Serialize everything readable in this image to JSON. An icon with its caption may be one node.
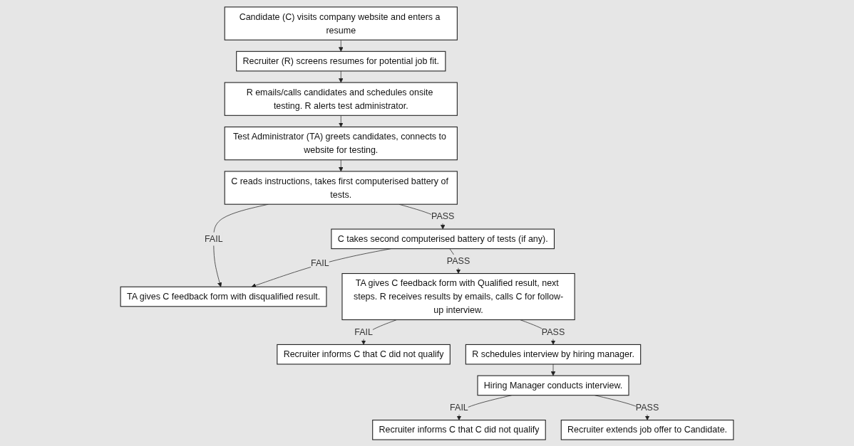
{
  "diagram": {
    "nodes": [
      {
        "text": [
          "Candidate (C) visits company website and enters a resume"
        ]
      },
      {
        "text": [
          "Recruiter (R) screens resumes for potential job fit."
        ]
      },
      {
        "text": [
          "R emails/calls candidates and schedules onsite testing. R alerts test administrator."
        ]
      },
      {
        "text": [
          "Test Administrator (TA) greets candidates, connects to website for testing."
        ]
      },
      {
        "text": [
          "C reads instructions, takes first computerised battery of tests."
        ]
      },
      {
        "text": [
          "TA gives C feedback form with disqualified result."
        ]
      },
      {
        "text": [
          "C takes second computerised battery of tests (if any)."
        ]
      },
      {
        "text": [
          "TA gives C feedback form with Qualified result, next steps. R receives results by emails, calls C for follow-up interview."
        ]
      },
      {
        "text": [
          "Recruiter informs C that C did not qualify"
        ]
      },
      {
        "text": [
          "R schedules interview by hiring manager."
        ]
      },
      {
        "text": [
          "Hiring Manager conducts interview."
        ]
      },
      {
        "text": [
          "Recruiter informs C that C did not qualify"
        ]
      },
      {
        "text": [
          "Recruiter extends job offer to Candidate."
        ]
      }
    ],
    "edges": [
      {
        "from": 0,
        "to": 1,
        "arrow": "to"
      },
      {
        "from": 1,
        "to": 2,
        "arrow": "to"
      },
      {
        "from": 2,
        "to": 3,
        "arrow": "to"
      },
      {
        "from": 3,
        "to": 4,
        "arrow": "to"
      },
      {
        "from": 4,
        "to": 5,
        "arrow": "to",
        "label": "FAIL"
      },
      {
        "from": 4,
        "to": 6,
        "arrow": "to",
        "label": "PASS"
      },
      {
        "from": 6,
        "to": 5,
        "arrow": "to",
        "label": "FAIL"
      },
      {
        "from": 6,
        "to": 7,
        "arrow": "to",
        "label": "PASS"
      },
      {
        "from": 7,
        "to": 8,
        "arrow": "to",
        "label": "FAIL"
      },
      {
        "from": 7,
        "to": 9,
        "arrow": "to",
        "label": "PASS"
      },
      {
        "from": 9,
        "to": 10,
        "arrow": "to"
      },
      {
        "from": 10,
        "to": 11,
        "arrow": "to",
        "label": "FAIL"
      },
      {
        "from": 10,
        "to": 12,
        "arrow": "to",
        "label": "PASS"
      }
    ]
  }
}
